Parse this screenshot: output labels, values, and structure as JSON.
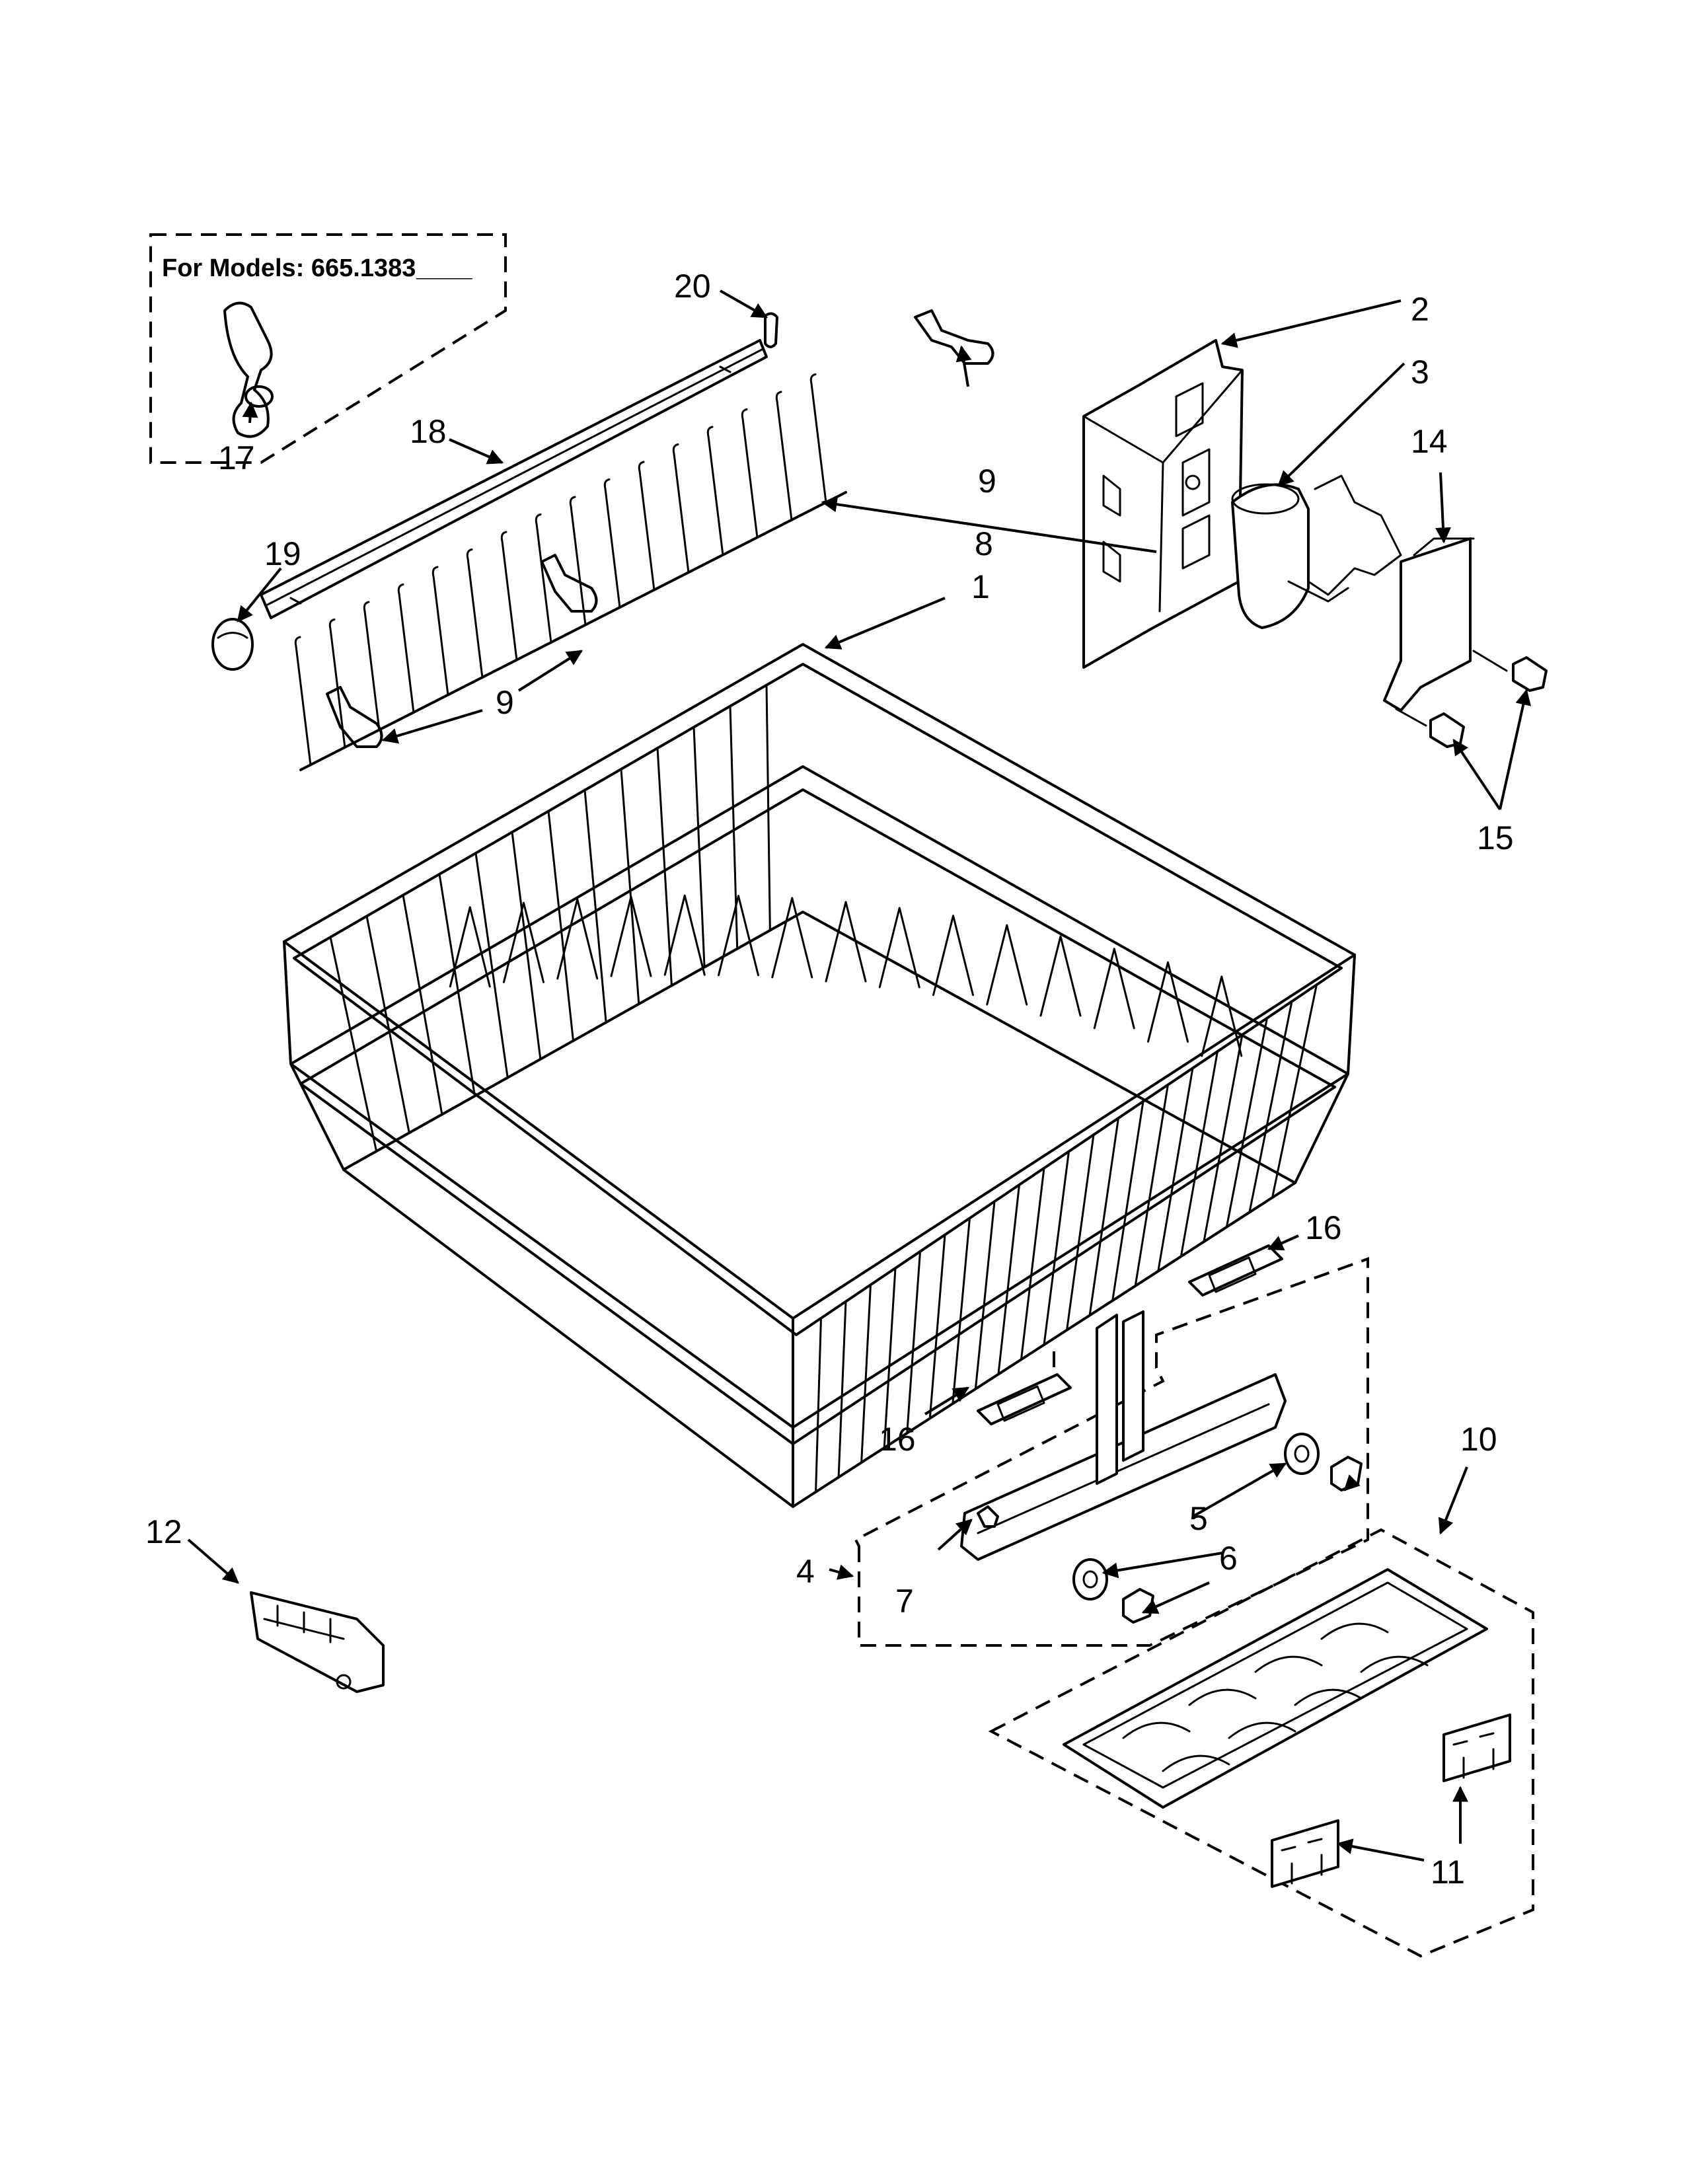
{
  "diagram": {
    "model_note": "For Models: 665.1383",
    "model_suffix": "____",
    "callouts": [
      "1",
      "2",
      "3",
      "4",
      "5",
      "6",
      "7",
      "8",
      "9",
      "9",
      "10",
      "11",
      "12",
      "14",
      "15",
      "16",
      "16",
      "17",
      "18",
      "19",
      "20"
    ]
  }
}
